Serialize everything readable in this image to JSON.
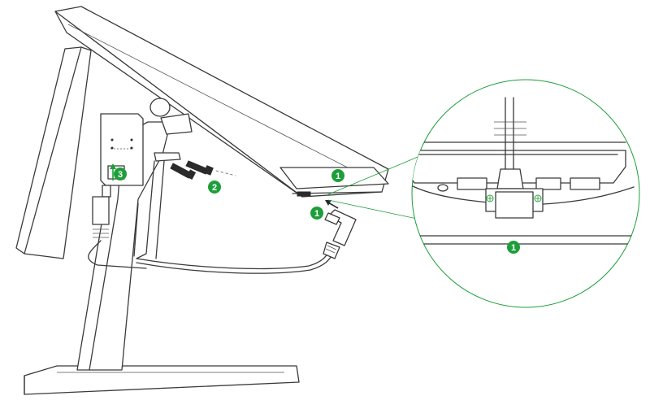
{
  "accent_color": "#1e9e3a",
  "callouts": {
    "c1_screen": "1",
    "c1_connector": "1",
    "c1_detail": "1",
    "c2_screws": "2",
    "c3_bracket": "3"
  },
  "icons": [
    "arrow-up-icon",
    "arrow-left-icon",
    "screw-icon"
  ]
}
